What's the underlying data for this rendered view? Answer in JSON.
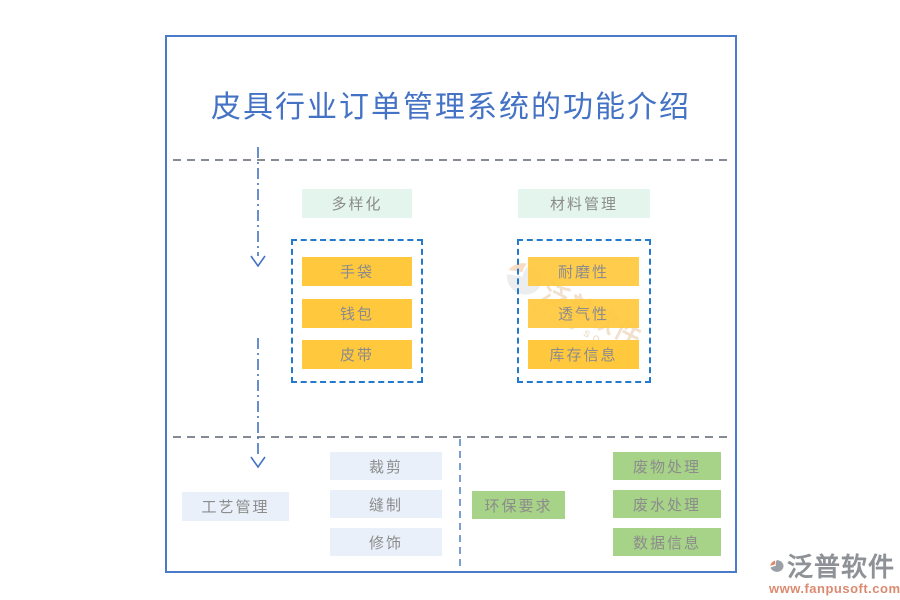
{
  "title": "皮具行业订单管理系统的功能介绍",
  "sections": {
    "diversification": {
      "label": "多样化",
      "items": [
        "手袋",
        "钱包",
        "皮带"
      ]
    },
    "material": {
      "label": "材料管理",
      "items": [
        "耐磨性",
        "透气性",
        "库存信息"
      ]
    },
    "process": {
      "label": "工艺管理",
      "items": [
        "裁剪",
        "缝制",
        "修饰"
      ]
    },
    "environment": {
      "label": "环保要求",
      "items": [
        "废物处理",
        "废水处理",
        "数据信息"
      ]
    }
  },
  "branding": {
    "logo_text": "泛普软件",
    "logo_url": "www.fanpusoft.com",
    "watermark_text": "泛普软件",
    "watermark_subtext": "FANPU SOFT"
  },
  "colors": {
    "title_blue": "#4472c4",
    "frame_border_blue": "#4a7bc8",
    "group_dashed_blue": "#2279ce",
    "divider_gray": "#5a6470",
    "mint_label_bg": "#e3f5ec",
    "yellow_item_bg": "#ffc83d",
    "light_blue_item_bg": "#e9f0fa",
    "green_item_bg": "#a6d388",
    "item_text_gray": "#8c8c8c",
    "logo_text_gray": "#8e9296",
    "logo_url_orange": "#db8a70"
  }
}
